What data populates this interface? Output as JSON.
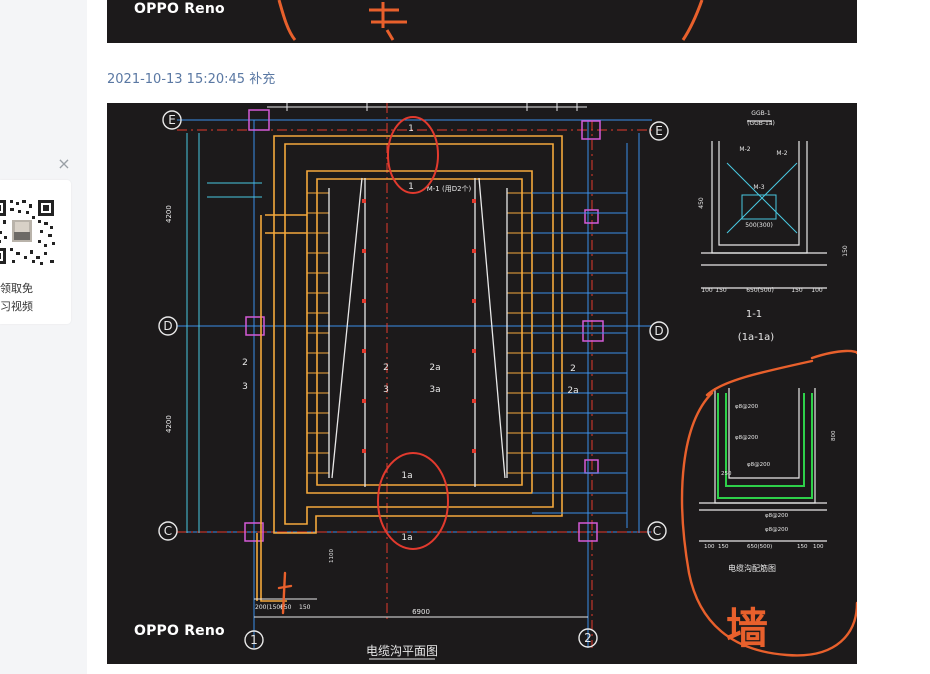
{
  "sidebar": {
    "close_label": "×",
    "qr_caption_line1": "扫码领取免",
    "qr_caption_line2": "费学习视频"
  },
  "post": {
    "top_watermark": "OPPO Reno",
    "timestamp": "2021-10-13 15:20:45",
    "action": "补充",
    "photo_watermark": "OPPO Reno"
  },
  "drawing": {
    "plan_title": "电缆沟平面图",
    "section_title": "1-1",
    "section_subtitle": "(1a-1a)",
    "rebar_title": "电缆沟配筋图",
    "handwritten_top": "墙",
    "handwritten_bottom": "墙",
    "axis_labels": [
      "E",
      "D",
      "C",
      "1",
      "2"
    ],
    "section_marks": [
      "1",
      "1",
      "1a",
      "1a",
      "2",
      "2a",
      "3",
      "3a",
      "2",
      "2a",
      "3",
      "3a",
      "2",
      "3"
    ],
    "dim_total": "6900",
    "dims_bottom": [
      "200(150)",
      "650",
      "150"
    ],
    "dims_side": [
      "4200",
      "4200"
    ],
    "dims_section": [
      "100",
      "150",
      "650(500)",
      "150",
      "100"
    ],
    "section_top_label": "GGB-1",
    "section_top_label2": "(GGB-1a)",
    "steel_labels": [
      "M-2",
      "M-2",
      "M-3",
      "500(300)"
    ],
    "note_label": "M-1 (用D2个)",
    "depth_labels": [
      "450",
      "150",
      "1100",
      "800",
      "250"
    ],
    "rebar_labels": [
      "φ8@200",
      "φ8@200",
      "φ8@200",
      "φ8@200",
      "φ8@200"
    ],
    "rebar_dims": [
      "100",
      "150",
      "650(500)",
      "150",
      "100"
    ],
    "colors": {
      "background": "#1c1a1b",
      "wall_outline": "#f4a83c",
      "blue_line": "#3a8fe8",
      "cyan": "#49c8e0",
      "magenta": "#d45ad8",
      "red_marker": "#e23a2e",
      "green": "#2ed14a",
      "handwriting": "#e8602c",
      "white": "#e8e8e8"
    }
  }
}
